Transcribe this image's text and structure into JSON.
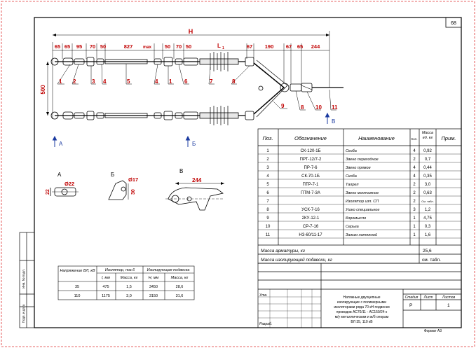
{
  "sheet": {
    "number": "68",
    "format": "Формат А3"
  },
  "dims": {
    "H": "H",
    "L1": "L",
    "L1_sub": "1",
    "d65a": "65",
    "d65b": "65",
    "d95": "95",
    "d70a": "70",
    "d50a": "50",
    "d827": "827",
    "max": "max",
    "d50b": "50",
    "d70b": "70",
    "d50c": "50",
    "d67a": "67",
    "d190": "190",
    "d67b": "67",
    "d65c": "65",
    "d244": "244",
    "d500": "500"
  },
  "callouts": [
    "1",
    "2",
    "3",
    "4",
    "5",
    "4",
    "1",
    "6",
    "7",
    "8",
    "9",
    "8",
    "10",
    "11"
  ],
  "views": {
    "A": "А",
    "B": "Б",
    "V": "В",
    "a_dia": "Ø22",
    "a_22": "22",
    "b_dia": "Ø17",
    "b_30": "30",
    "v_244": "244"
  },
  "spec": {
    "headers": {
      "pos": "Поз.",
      "designation": "Обозначение",
      "name": "Наименование",
      "qty": "Кол.",
      "mass": "Масса ед. кг",
      "note": "Прим."
    },
    "rows": [
      {
        "pos": "1",
        "designation": "СК-120-1Б",
        "name": "Скоба",
        "qty": "4",
        "mass": "0,92"
      },
      {
        "pos": "2",
        "designation": "ПРТ-12/7-2",
        "name": "Звено переходное",
        "qty": "2",
        "mass": "0,7"
      },
      {
        "pos": "3",
        "designation": "ПР-7-6",
        "name": "Звено прямое",
        "qty": "4",
        "mass": "0,44"
      },
      {
        "pos": "4",
        "designation": "СК-70-1Б",
        "name": "Скоба",
        "qty": "4",
        "mass": "0,35"
      },
      {
        "pos": "5",
        "designation": "ПТР-7-1",
        "name": "Талреп",
        "qty": "2",
        "mass": "3,0"
      },
      {
        "pos": "6",
        "designation": "ПТМ-7-3А",
        "name": "Звено монтажное",
        "qty": "2",
        "mass": "0,63"
      },
      {
        "pos": "7",
        "designation": "",
        "name": "Изолятор изп. СП",
        "qty": "2",
        "mass": "См. табл."
      },
      {
        "pos": "8",
        "designation": "УСК-7-16",
        "name": "Ушко специальное",
        "qty": "3",
        "mass": "1,2"
      },
      {
        "pos": "9",
        "designation": "2КУ-12-1",
        "name": "Коромысло",
        "qty": "1",
        "mass": "4,75"
      },
      {
        "pos": "10",
        "designation": "СР-7-16",
        "name": "Серьга",
        "qty": "1",
        "mass": "0,3"
      },
      {
        "pos": "11",
        "designation": "НЗ-60/11-17",
        "name": "Зажим натяжной",
        "qty": "1",
        "mass": "1,6"
      }
    ],
    "mass_fittings_label": "Масса арматуры, кг",
    "mass_fittings_value": "25,6",
    "mass_insul_label": "Масса изолирующей подвески, кг",
    "mass_insul_value": "см. табл."
  },
  "insul_table": {
    "h1": "Напряжение ВЛ, кВ",
    "h2": "Изолятор, поз.6",
    "h3": "Изолирующая подвеска",
    "s1": "l, мм",
    "s2": "Масса, кг",
    "s3": "Н, мм",
    "s4": "Масса, кг",
    "rows": [
      [
        "35",
        "475",
        "1,5",
        "3450",
        "28,6"
      ],
      [
        "110",
        "1175",
        "3,0",
        "3150",
        "31,6"
      ]
    ]
  },
  "title_block": {
    "title_lines": [
      "Натяжные двухцепные",
      "изолирующие с полимерными",
      "изоляторами ряда 70 кН подвески",
      "проводов АС70/11 - АС150/24 к",
      "м/у металлическим и ж/б опорам",
      "ВЛ 35, 110 кВ"
    ],
    "stage_label": "Стадия",
    "sheet_label": "Лист",
    "sheets_label": "Листов",
    "stage": "Р",
    "sheets": "1",
    "left_row1": "Утв.",
    "left_row2": "Разраб."
  },
  "stamp_side": {
    "s1": "Инв. № подл.",
    "s2": "Подп. и дата"
  }
}
